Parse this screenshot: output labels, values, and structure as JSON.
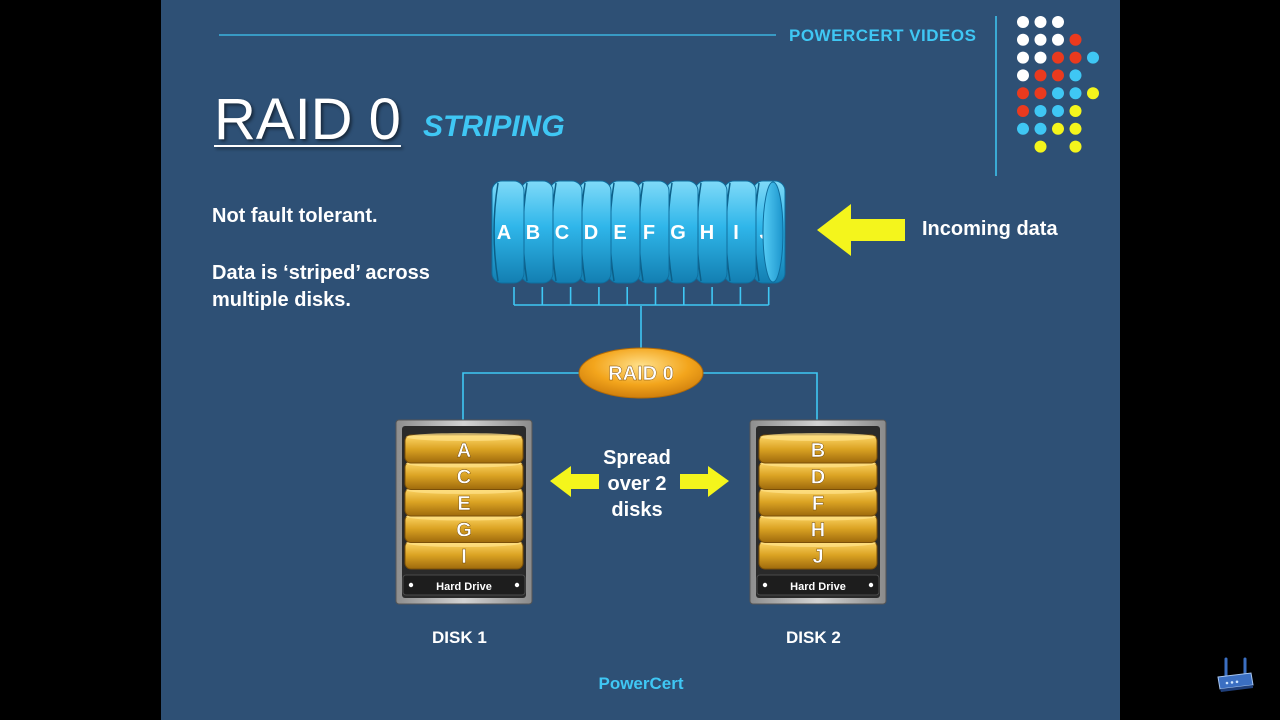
{
  "header": {
    "brand": "POWERCERT VIDEOS"
  },
  "title": {
    "main": "RAID 0",
    "sub": "STRIPING"
  },
  "notes": {
    "fault": "Not fault tolerant.",
    "striped": "Data is ‘striped’ across multiple disks."
  },
  "incoming_label": "Incoming data",
  "data_blocks": [
    "A",
    "B",
    "C",
    "D",
    "E",
    "F",
    "G",
    "H",
    "I",
    "J"
  ],
  "raid_label": "RAID 0",
  "spread_label": "Spread over 2 disks",
  "disks": [
    {
      "label": "DISK 1",
      "drive_text": "Hard Drive",
      "blocks": [
        "A",
        "C",
        "E",
        "G",
        "I"
      ]
    },
    {
      "label": "DISK 2",
      "drive_text": "Hard Drive",
      "blocks": [
        "B",
        "D",
        "F",
        "H",
        "J"
      ]
    }
  ],
  "footer": "PowerCert",
  "colors": {
    "background": "#2e5075",
    "accent_cyan": "#3fc7f4",
    "arrow_yellow": "#f4f51c",
    "platter_gold": "#d9a320",
    "raid_orange": "#f0a21c",
    "dot_red": "#ea3a1e",
    "dot_white": "#ffffff"
  },
  "icons": {
    "corner": "router-icon"
  }
}
